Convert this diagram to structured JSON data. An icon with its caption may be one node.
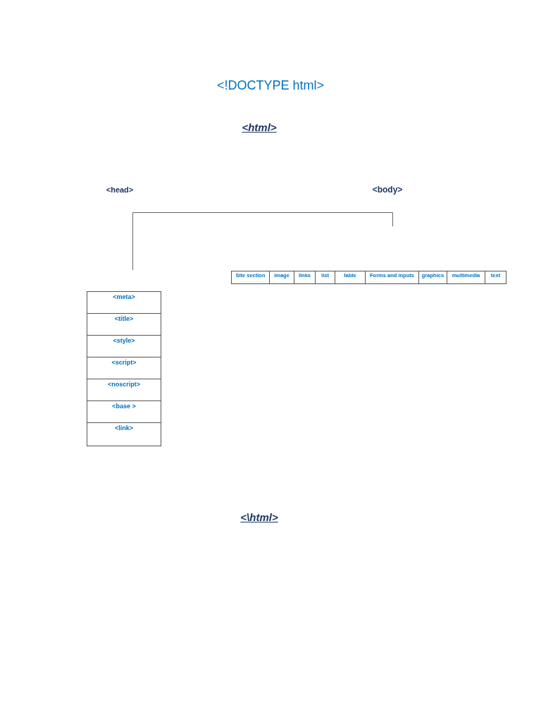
{
  "diagram": {
    "nodes": [
      {
        "text": [
          "<meta>"
        ]
      },
      {
        "text": [
          "<title>"
        ]
      },
      {
        "text": [
          "<style>"
        ]
      },
      {
        "text": [
          "<script>"
        ]
      },
      {
        "text": [
          "<noscript>"
        ]
      },
      {
        "text": [
          "<base >"
        ]
      },
      {
        "text": [
          "<link>"
        ]
      },
      {
        "text": [
          "Site section"
        ]
      },
      {
        "text": [
          "image"
        ]
      },
      {
        "text": [
          "links"
        ]
      },
      {
        "text": [
          "list"
        ]
      },
      {
        "text": [
          "table"
        ]
      },
      {
        "text": [
          "Forms and inputs"
        ]
      },
      {
        "text": [
          "graphics"
        ]
      },
      {
        "text": [
          "multimedia"
        ]
      },
      {
        "text": [
          "text"
        ]
      }
    ],
    "labels": [
      "<!DOCTYPE html>",
      "<html>",
      "<head>",
      "<body>",
      "<\\html>"
    ]
  }
}
